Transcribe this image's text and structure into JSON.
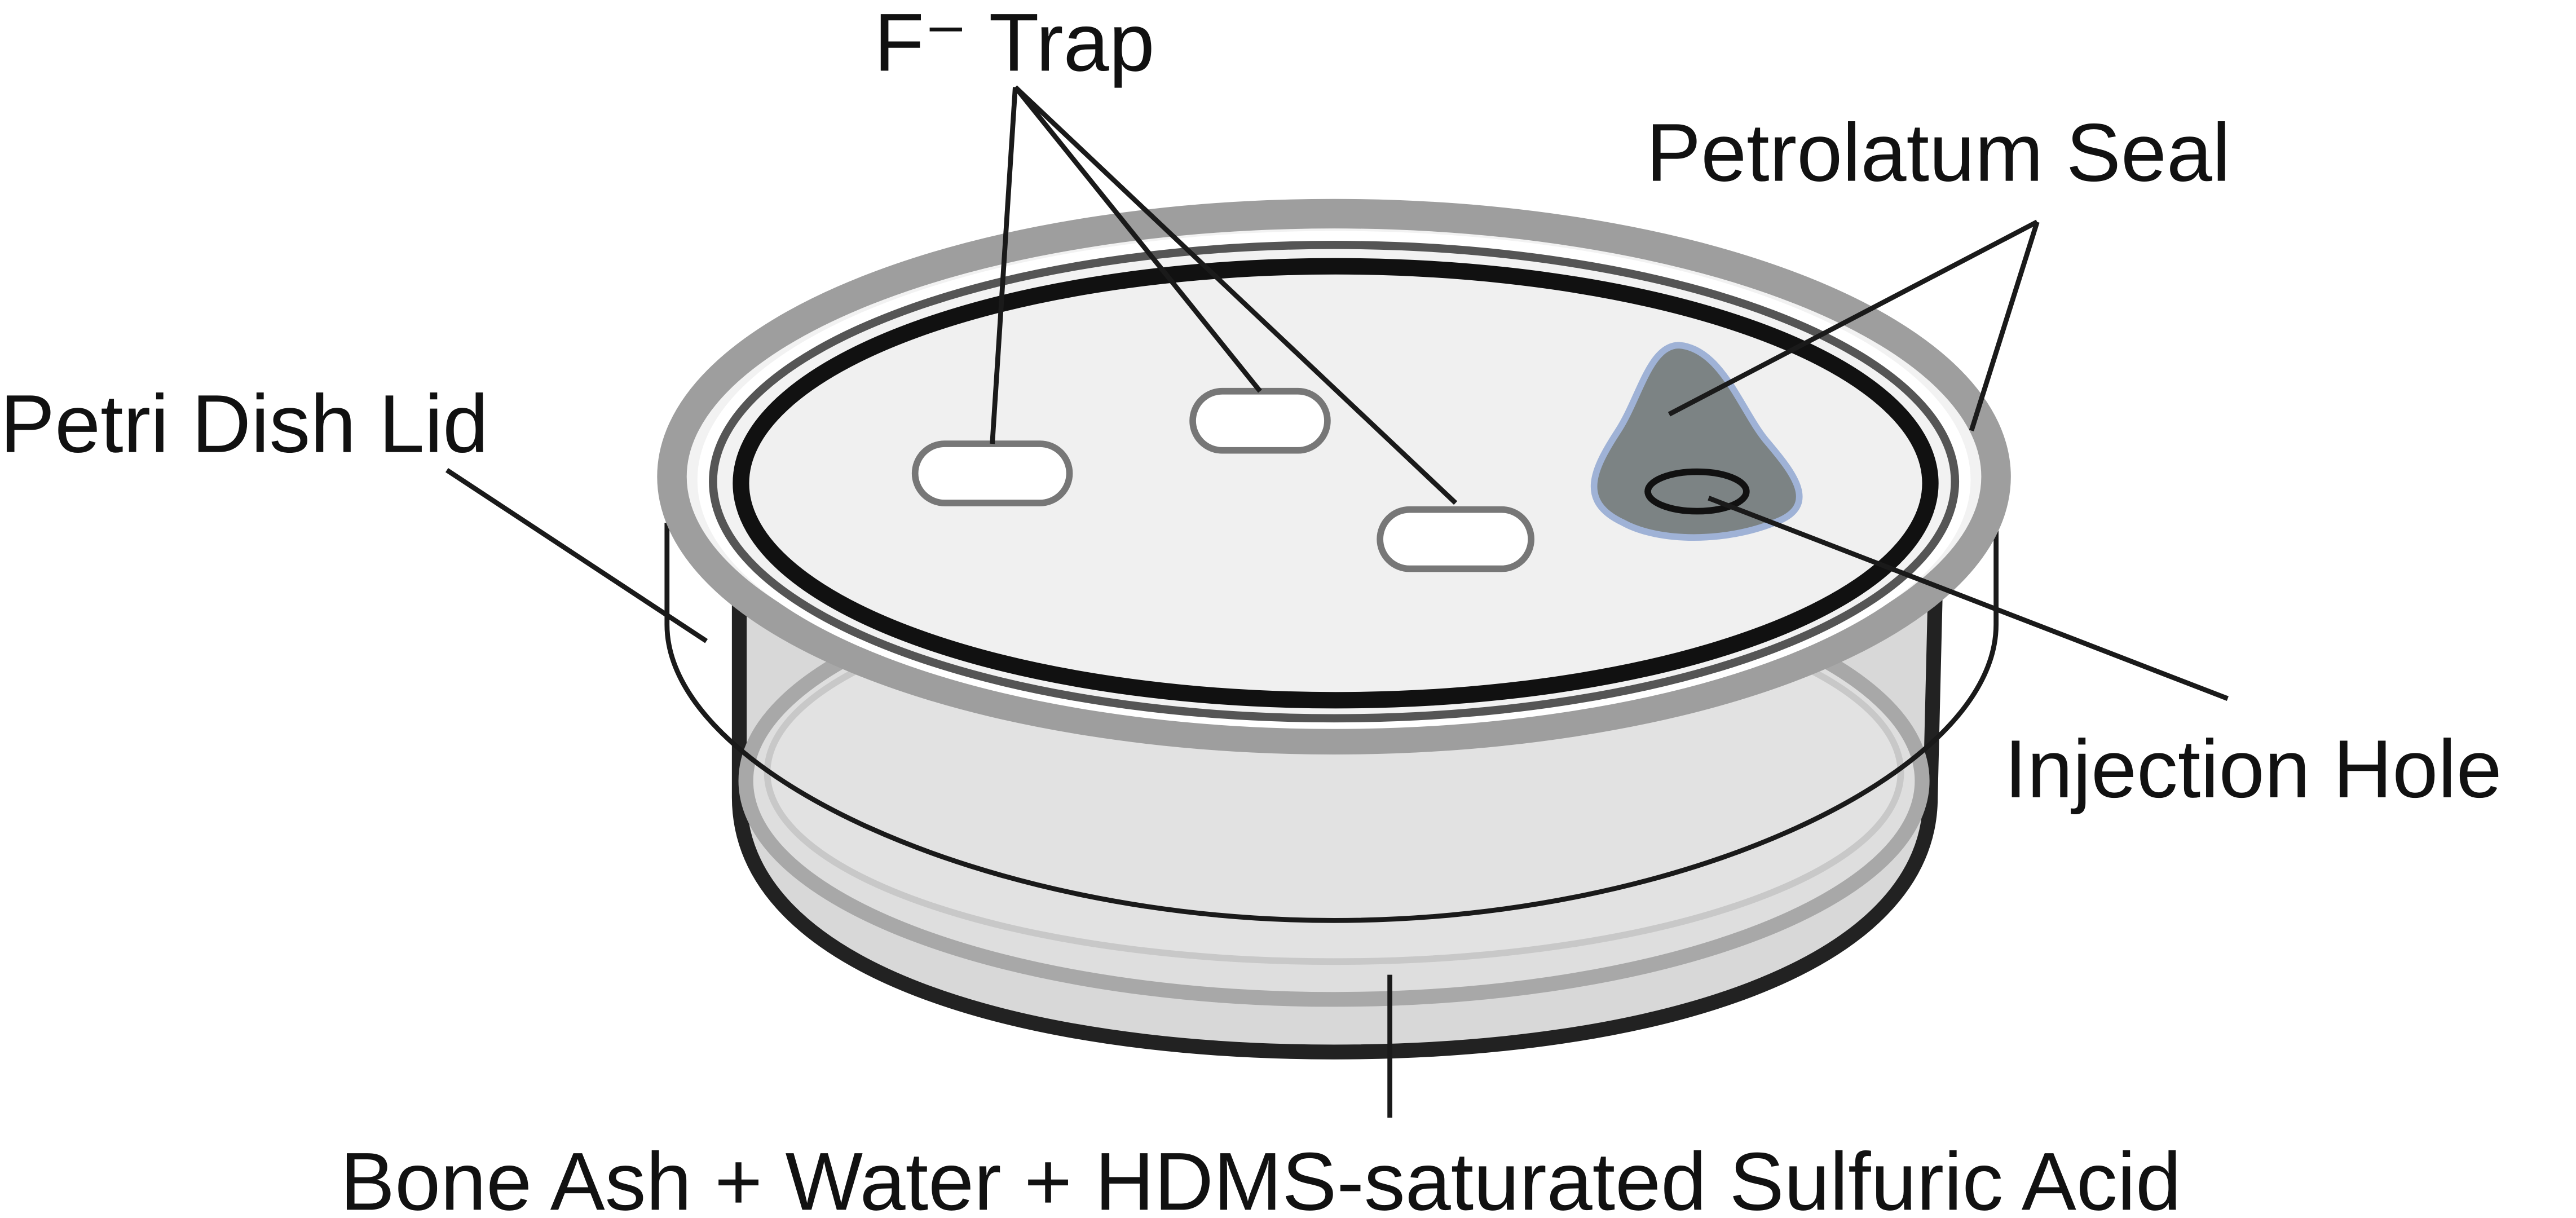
{
  "labels": {
    "f_trap": "F⁻ Trap",
    "petrolatum_seal": "Petrolatum Seal",
    "petri_dish_lid": "Petri Dish Lid",
    "injection_hole": "Injection Hole",
    "bottom_contents": "Bone Ash + Water + HDMS-saturated Sulfuric Acid"
  },
  "colors": {
    "lid_rim": "#9e9e9e",
    "lid_inner_ring": "#555555",
    "dish_wall": "#222222",
    "lid_fill": "#f0f0f0",
    "liquid_fill": "#dedede",
    "liquid_edge": "#b0b0b0",
    "seal_fill": "#7c8384",
    "seal_edge": "#9fb2d6",
    "trap_fill": "#ffffff",
    "trap_edge": "#777777"
  }
}
